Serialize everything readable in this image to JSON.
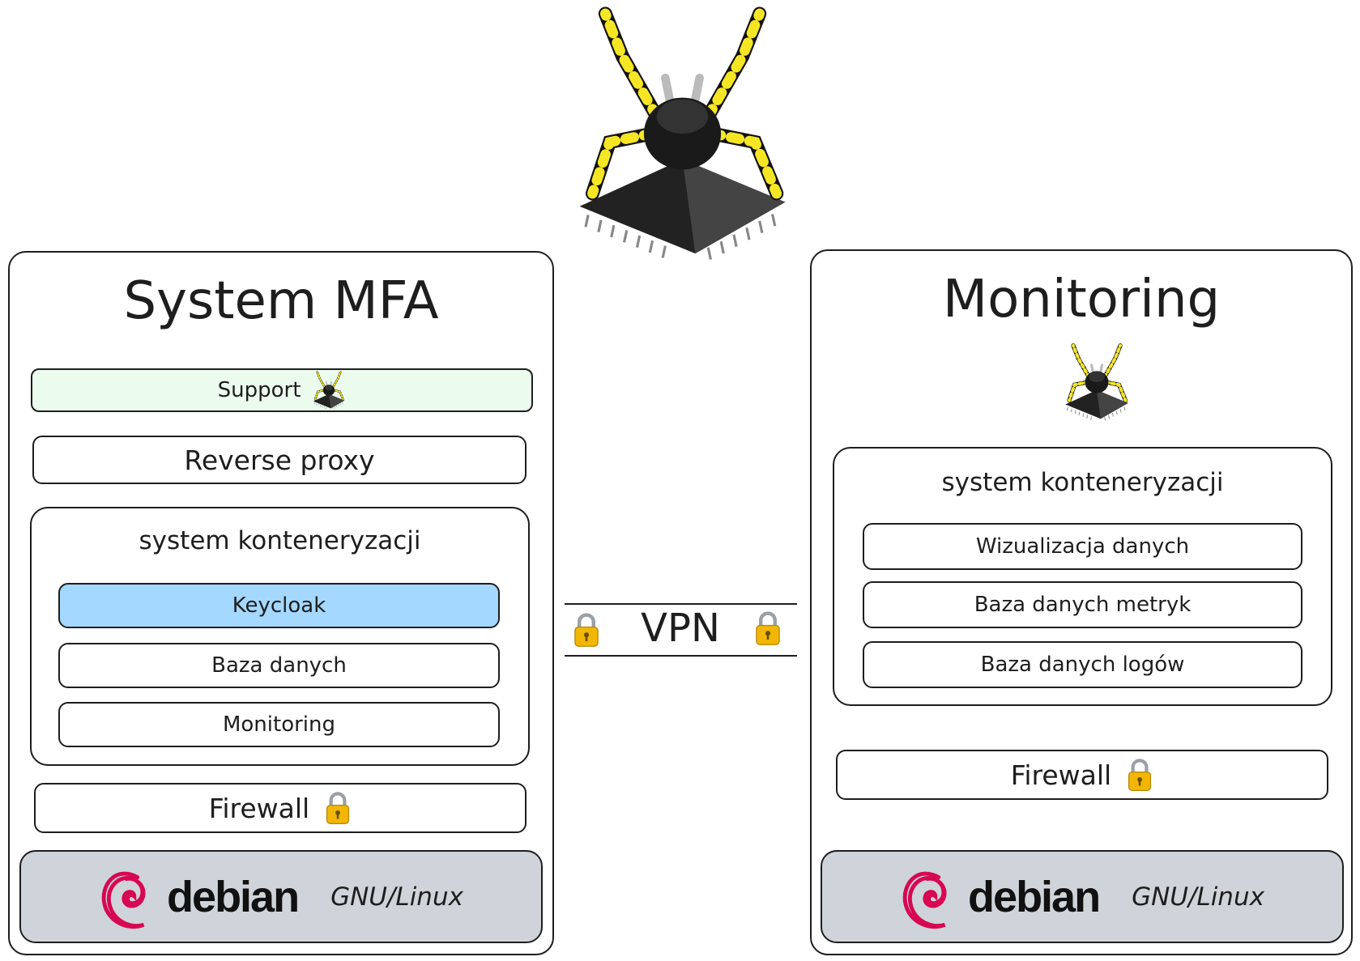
{
  "mfa": {
    "title": "System MFA",
    "support": "Support",
    "reverse_proxy": "Reverse proxy",
    "containers": {
      "title": "system konteneryzacji",
      "items": [
        "Keycloak",
        "Baza danych",
        "Monitoring"
      ]
    },
    "firewall": "Firewall",
    "os": {
      "name": "debian",
      "suffix": "GNU/Linux"
    }
  },
  "monitoring": {
    "title": "Monitoring",
    "containers": {
      "title": "system konteneryzacji",
      "items": [
        "Wizualizacja danych",
        "Baza danych metryk",
        "Baza danych logów"
      ]
    },
    "firewall": "Firewall",
    "os": {
      "name": "debian",
      "suffix": "GNU/Linux"
    }
  },
  "vpn": {
    "label": "VPN"
  },
  "colors": {
    "support_bg": "#ebfbee",
    "keycloak_bg": "#a5d8ff",
    "os_bg": "#ced4da",
    "debian_red": "#d70751",
    "lock_gold": "#f2b705",
    "spider_yellow": "#f5e625"
  },
  "icons": [
    "spider-chip-logo",
    "lock-icon",
    "debian-swirl-icon"
  ]
}
